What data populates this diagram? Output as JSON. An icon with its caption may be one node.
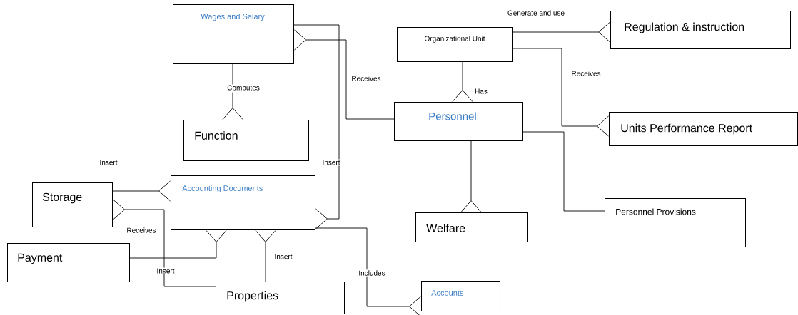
{
  "diagram": {
    "nodes": [
      {
        "text": [
          "Wages and Salary"
        ]
      },
      {
        "text": [
          "Organizational Unit"
        ]
      },
      {
        "text": [
          "Regulation & instruction"
        ]
      },
      {
        "text": [
          "Function"
        ]
      },
      {
        "text": [
          "Personnel"
        ]
      },
      {
        "text": [
          "Units Performance Report"
        ]
      },
      {
        "text": [
          "Storage"
        ]
      },
      {
        "text": [
          "Accounting Documents"
        ]
      },
      {
        "text": [
          "Welfare"
        ]
      },
      {
        "text": [
          "Personnel Provisions"
        ]
      },
      {
        "text": [
          "Payment"
        ]
      },
      {
        "text": [
          "Properties"
        ]
      },
      {
        "text": [
          "Accounts"
        ]
      }
    ],
    "edges": [
      {
        "from": 4,
        "to": 0,
        "arrow": "other",
        "label": "Receives"
      },
      {
        "from": 0,
        "to": 7,
        "arrow": "other",
        "label": "Insert"
      },
      {
        "from": 0,
        "to": 3,
        "arrow": "other",
        "label": "Computes"
      },
      {
        "from": 1,
        "to": 2,
        "arrow": "other",
        "label": "Generate and use"
      },
      {
        "from": 1,
        "to": 5,
        "arrow": "other",
        "label": "Receives"
      },
      {
        "from": 1,
        "to": 4,
        "arrow": "other",
        "label": "Has"
      },
      {
        "from": 4,
        "to": 8,
        "arrow": "other"
      },
      {
        "from": 4,
        "to": 9,
        "arrow": "none"
      },
      {
        "from": 6,
        "to": 7,
        "arrow": "other",
        "label": "Insert"
      },
      {
        "from": 11,
        "to": 6,
        "arrow": "other",
        "label": "Receives"
      },
      {
        "from": 10,
        "to": 7,
        "arrow": "other",
        "label": "Insert"
      },
      {
        "from": 11,
        "to": 7,
        "arrow": "other",
        "label": "Insert"
      },
      {
        "from": 7,
        "to": 12,
        "arrow": "other",
        "label": "Includes"
      }
    ]
  }
}
